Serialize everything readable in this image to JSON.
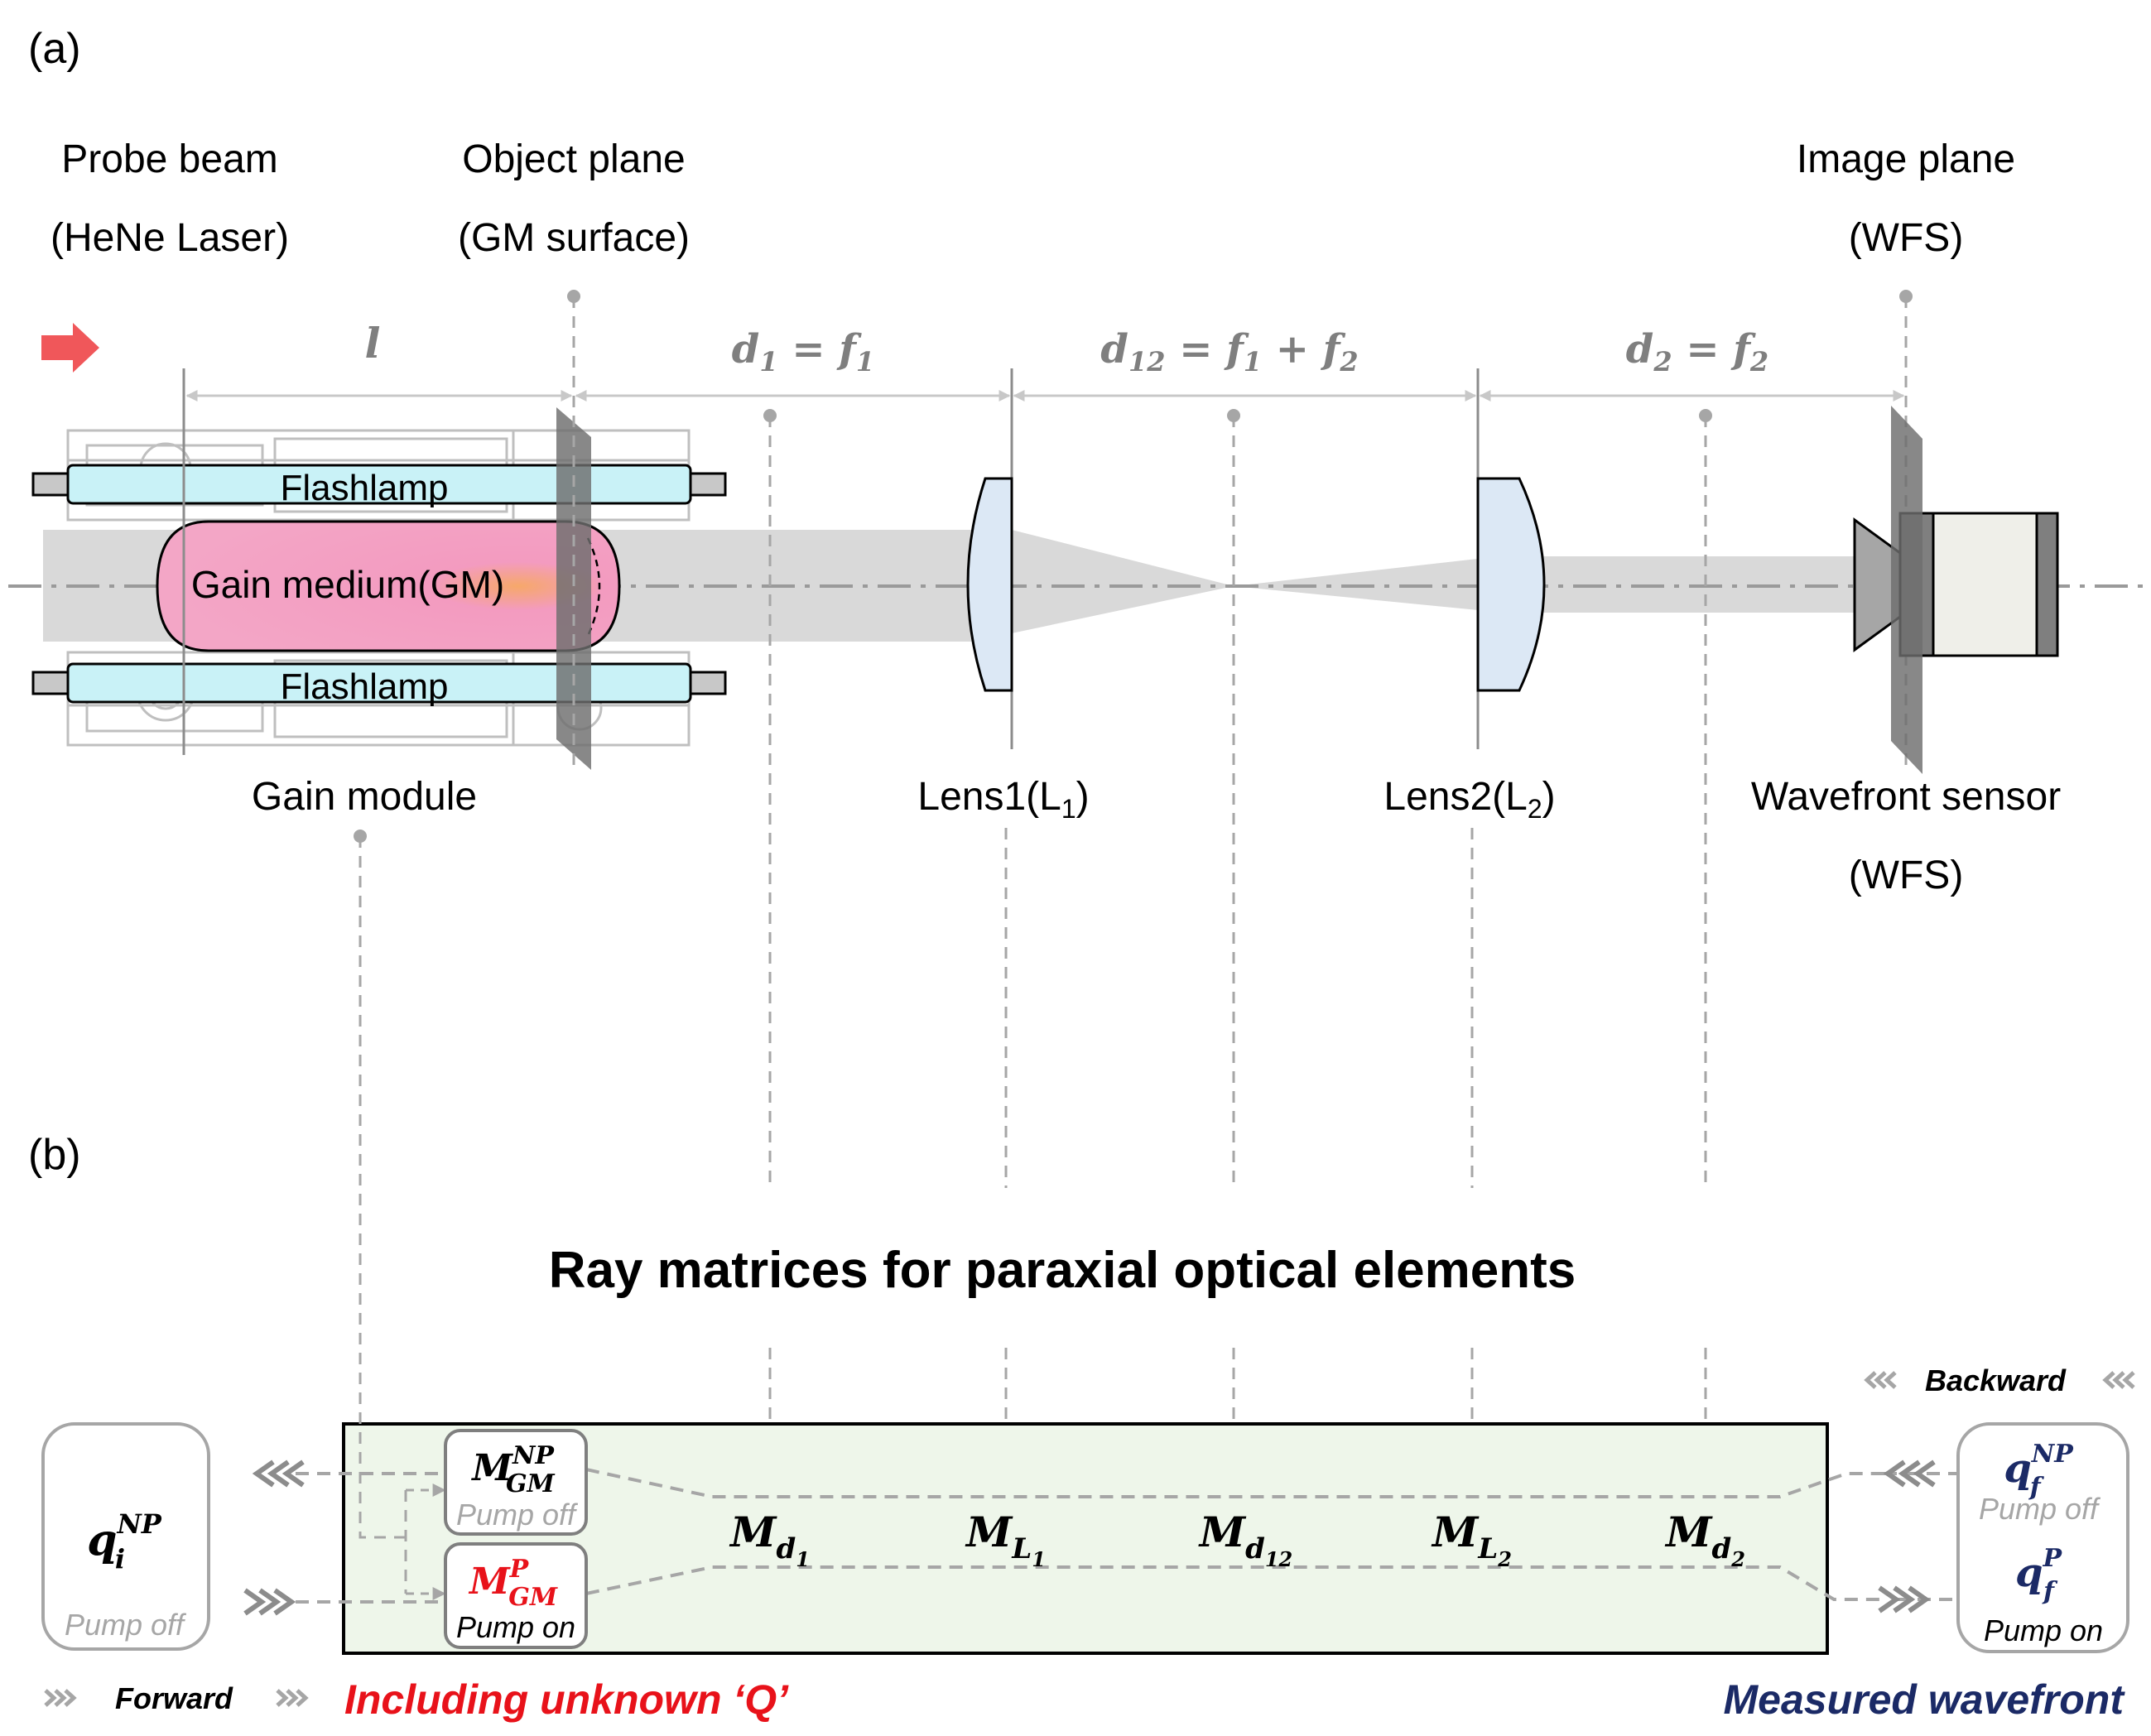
{
  "panel_a": {
    "label": "(a)",
    "probe_beam": {
      "line1": "Probe beam",
      "line2": "(HeNe Laser)"
    },
    "object_plane": {
      "line1": "Object plane",
      "line2": "(GM surface)"
    },
    "image_plane": {
      "line1": "Image plane",
      "line2": "(WFS)"
    },
    "distances": {
      "l": "l",
      "d1": {
        "base": "d",
        "sub": "1",
        "eq": " = ",
        "rhs": "f",
        "rhs_sub": "1"
      },
      "d12": {
        "base": "d",
        "sub": "12",
        "eq": " = ",
        "f1": "f",
        "f1_sub": "1",
        "plus": " + ",
        "f2": "f",
        "f2_sub": "2"
      },
      "d2": {
        "base": "d",
        "sub": "2",
        "eq": " = ",
        "rhs": "f",
        "rhs_sub": "2"
      }
    },
    "flashlamp_top": "Flashlamp",
    "flashlamp_bottom": "Flashlamp",
    "gain_medium": "Gain medium(GM)",
    "gain_module": "Gain module",
    "lens1": {
      "text": "Lens1(L",
      "sub": "1",
      "close": ")"
    },
    "lens2": {
      "text": "Lens2(L",
      "sub": "2",
      "close": ")"
    },
    "wfs": {
      "line1": "Wavefront sensor",
      "line2": "(WFS)"
    }
  },
  "panel_b": {
    "label": "(b)",
    "title": "Ray matrices for paraxial optical elements",
    "q_i": {
      "base": "q",
      "sub": "i",
      "sup": "NP",
      "status": "Pump off"
    },
    "m_gm_np": {
      "base": "M",
      "sub": "GM",
      "sup": "NP",
      "status": "Pump off"
    },
    "m_gm_p": {
      "base": "M",
      "sub": "GM",
      "sup": "P",
      "status": "Pump on"
    },
    "matrices": [
      {
        "base": "M",
        "sub": "d",
        "subsub": "1"
      },
      {
        "base": "M",
        "sub": "L",
        "subsub": "1"
      },
      {
        "base": "M",
        "sub": "d",
        "subsub": "12"
      },
      {
        "base": "M",
        "sub": "L",
        "subsub": "2"
      },
      {
        "base": "M",
        "sub": "d",
        "subsub": "2"
      }
    ],
    "q_f_np": {
      "base": "q",
      "sub": "f",
      "sup": "NP",
      "status": "Pump off"
    },
    "q_f_p": {
      "base": "q",
      "sub": "f",
      "sup": "P",
      "status": "Pump on"
    },
    "backward": "Backward",
    "forward": "Forward",
    "including_unknown": "Including unknown ‘Q’",
    "measured_wavefront": "Measured wavefront"
  },
  "colors": {
    "gray": "#a6a6a6",
    "dark_gray": "#7f7f7f",
    "lamp": "#c9f2f7",
    "lens": "#dce8f5",
    "gain": "#f3a0c4",
    "box_fill": "#eef6ea",
    "red": "#e8121a",
    "navy": "#1b2a66",
    "arrow_red": "#f0575a"
  }
}
